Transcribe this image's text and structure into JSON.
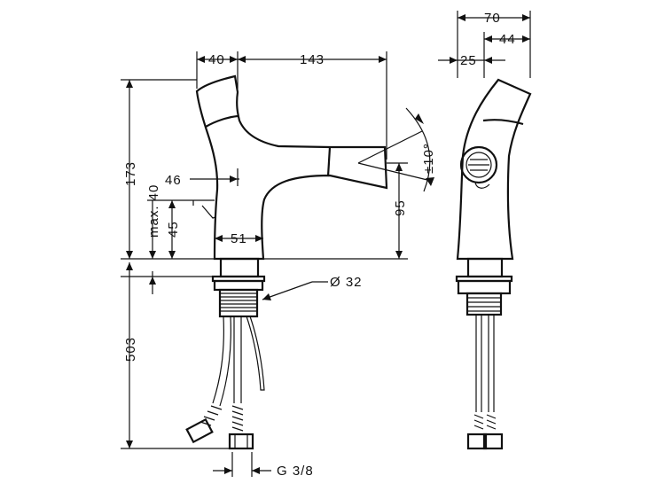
{
  "dimensions": {
    "spout_back_width": "40",
    "spout_reach": "143",
    "side_width": "70",
    "side_front": "44",
    "side_back": "25",
    "overall_height": "173",
    "lever_offset": "46",
    "max_lift": "max. 40",
    "lever_height": "45",
    "base_diameter": "51",
    "spout_height": "95",
    "swivel_angle": "±10°",
    "thread_diameter": "Ø 32",
    "hose_length": "503",
    "connection_thread": "G 3/8"
  }
}
